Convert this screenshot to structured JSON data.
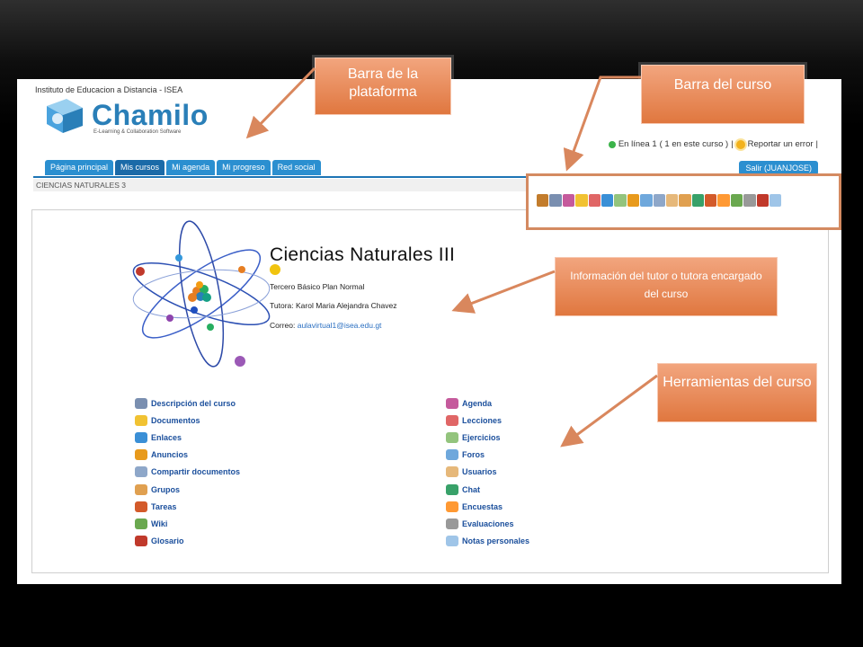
{
  "callouts": {
    "platform_bar": "Barra de la plataforma",
    "course_bar": "Barra del curso",
    "tutor_info": "Información del tutor o tutora encargado del curso",
    "tools": "Herramientas del curso"
  },
  "header": {
    "institution": "Instituto de Educacion a Distancia - ISEA",
    "logo_text": "Chamilo",
    "logo_tagline": "E-Learning & Collaboration Software",
    "online_text": "En línea 1",
    "online_detail": "( 1 en este curso )",
    "report_error": "Reportar un error",
    "logout_label": "Salir (JUANJOSE)"
  },
  "nav": {
    "tabs": [
      "Página principal",
      "Mis cursos",
      "Mi agenda",
      "Mi progreso",
      "Red social"
    ],
    "active_tab": "Mis cursos"
  },
  "breadcrumb": "CIENCIAS NATURALES 3",
  "course": {
    "title": "Ciencias Naturales III",
    "level": "Tercero Básico Plan Normal",
    "tutor_label": "Tutora:",
    "tutor_name": "Karol Maria Alejandra Chavez",
    "email_label": "Correo:",
    "email": "aulavirtual1@isea.edu.gt"
  },
  "tools_left": [
    {
      "label": "Descripción del curso",
      "icon": "course-description-icon",
      "color": "#7a8fb0"
    },
    {
      "label": "Documentos",
      "icon": "folder-icon",
      "color": "#f1c232"
    },
    {
      "label": "Enlaces",
      "icon": "links-globe-icon",
      "color": "#3a8fd6"
    },
    {
      "label": "Anuncios",
      "icon": "announcement-bell-icon",
      "color": "#e89a1c"
    },
    {
      "label": "Compartir documentos",
      "icon": "share-envelope-icon",
      "color": "#8ea7c9"
    },
    {
      "label": "Grupos",
      "icon": "groups-icon",
      "color": "#e0a050"
    },
    {
      "label": "Tareas",
      "icon": "assignment-pencil-icon",
      "color": "#d35a2a"
    },
    {
      "label": "Wiki",
      "icon": "wiki-pencils-icon",
      "color": "#6aa84f"
    },
    {
      "label": "Glosario",
      "icon": "glossary-icon",
      "color": "#c0392b"
    }
  ],
  "tools_right": [
    {
      "label": "Agenda",
      "icon": "calendar-icon",
      "color": "#c55a9c"
    },
    {
      "label": "Lecciones",
      "icon": "lessons-icon",
      "color": "#e06666"
    },
    {
      "label": "Ejercicios",
      "icon": "exercises-icon",
      "color": "#93c47d"
    },
    {
      "label": "Foros",
      "icon": "forums-icon",
      "color": "#6fa8dc"
    },
    {
      "label": "Usuarios",
      "icon": "users-icon",
      "color": "#e6b87a"
    },
    {
      "label": "Chat",
      "icon": "chat-icon",
      "color": "#38a169"
    },
    {
      "label": "Encuestas",
      "icon": "survey-icon",
      "color": "#ff9933"
    },
    {
      "label": "Evaluaciones",
      "icon": "gradebook-icon",
      "color": "#999999"
    },
    {
      "label": "Notas personales",
      "icon": "notes-icon",
      "color": "#9fc5e8"
    }
  ],
  "toolbar_icons": [
    {
      "name": "home-icon",
      "color": "#c27c2c"
    },
    {
      "name": "course-description-icon",
      "color": "#7a8fb0"
    },
    {
      "name": "calendar-icon",
      "color": "#c55a9c"
    },
    {
      "name": "folder-icon",
      "color": "#f1c232"
    },
    {
      "name": "lessons-icon",
      "color": "#e06666"
    },
    {
      "name": "links-globe-icon",
      "color": "#3a8fd6"
    },
    {
      "name": "exercises-icon",
      "color": "#93c47d"
    },
    {
      "name": "announcement-bell-icon",
      "color": "#e89a1c"
    },
    {
      "name": "forums-icon",
      "color": "#6fa8dc"
    },
    {
      "name": "share-envelope-icon",
      "color": "#8ea7c9"
    },
    {
      "name": "users-icon",
      "color": "#e6b87a"
    },
    {
      "name": "groups-icon",
      "color": "#e0a050"
    },
    {
      "name": "chat-icon",
      "color": "#38a169"
    },
    {
      "name": "assignment-pencil-icon",
      "color": "#d35a2a"
    },
    {
      "name": "survey-icon",
      "color": "#ff9933"
    },
    {
      "name": "wiki-pencils-icon",
      "color": "#6aa84f"
    },
    {
      "name": "gradebook-icon",
      "color": "#999999"
    },
    {
      "name": "glossary-icon",
      "color": "#c0392b"
    },
    {
      "name": "notes-icon",
      "color": "#9fc5e8"
    }
  ]
}
